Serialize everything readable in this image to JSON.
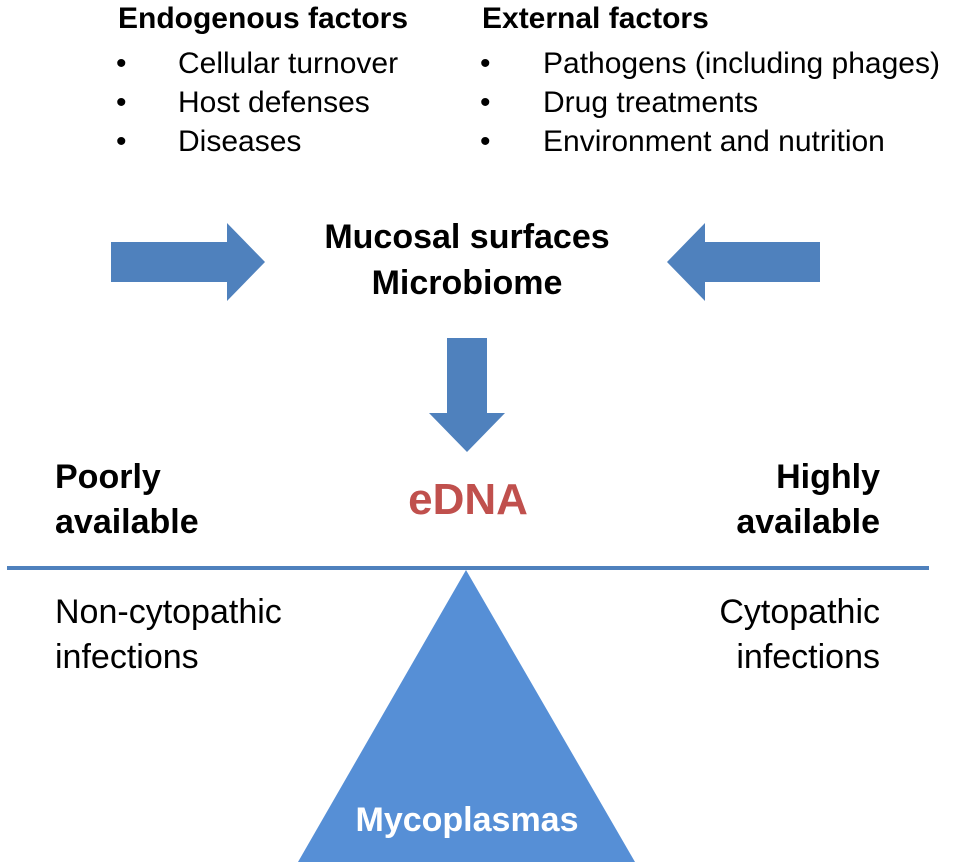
{
  "endogenous": {
    "title": "Endogenous factors",
    "items": [
      "Cellular turnover",
      "Host defenses",
      "Diseases"
    ]
  },
  "external": {
    "title": "External factors",
    "items": [
      "Pathogens (including phages)",
      "Drug treatments",
      "Environment and nutrition"
    ]
  },
  "bullet_char": "•",
  "center": {
    "line1": "Mucosal surfaces",
    "line2": "Microbiome"
  },
  "edna": "eDNA",
  "left": {
    "label_line1": "Poorly",
    "label_line2": "available",
    "desc_line1": "Non-cytopathic",
    "desc_line2": "infections"
  },
  "right": {
    "label_line1": "Highly",
    "label_line2": "available",
    "desc_line1": "Cytopathic",
    "desc_line2": "infections"
  },
  "fulcrum_label": "Mycoplasmas",
  "colors": {
    "arrow": "#4f81bd",
    "beam": "#4f81bd",
    "fulcrum": "#568fd6",
    "edna": "#c0504d",
    "fulcrum_text": "#ffffff"
  }
}
